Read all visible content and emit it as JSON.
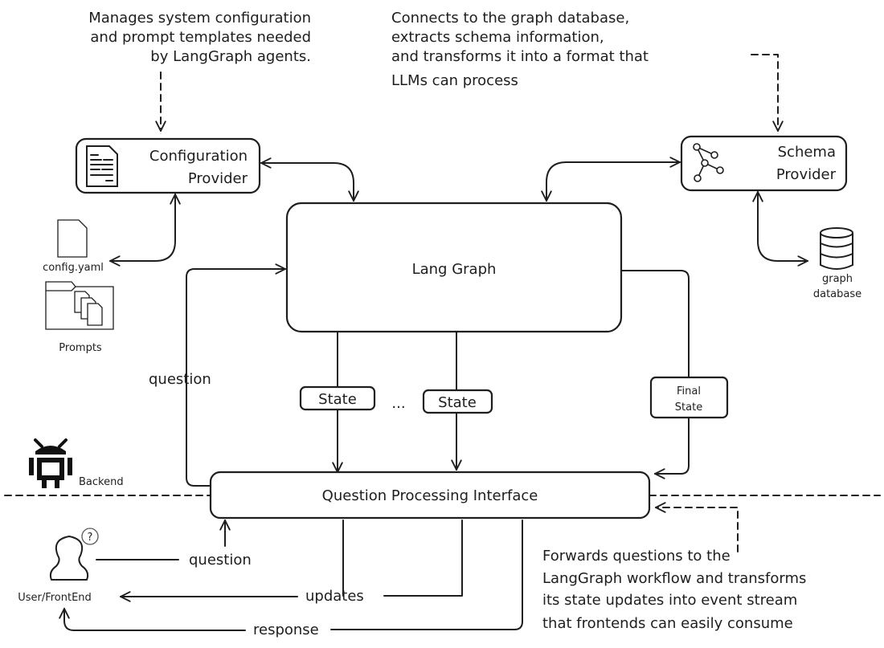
{
  "notes": {
    "config": [
      "Manages system configuration",
      "and prompt templates needed",
      "by LangGraph agents."
    ],
    "schema": [
      "Connects to the graph database,",
      "extracts schema information,",
      "and transforms it into a format that",
      "LLMs can process"
    ],
    "qpi": [
      "Forwards questions to the",
      "LangGraph workflow and transforms",
      "its state updates into event stream",
      "that frontends can easily consume"
    ]
  },
  "nodes": {
    "config_provider": [
      "Configuration",
      "Provider"
    ],
    "schema_provider": [
      "Schema",
      "Provider"
    ],
    "lang_graph": "Lang Graph",
    "qpi": "Question Processing Interface",
    "state1": "State",
    "ellipsis": "...",
    "state2": "State",
    "final_state": [
      "Final",
      "State"
    ]
  },
  "resources": {
    "config_file": "config.yaml",
    "prompts": "Prompts",
    "graph_db": [
      "graph",
      "database"
    ]
  },
  "actors": {
    "backend": "Backend",
    "user": "User/FrontEnd"
  },
  "edges": {
    "question_loop": "question",
    "user_question": "question",
    "updates": "updates",
    "response": "response"
  },
  "icons": [
    "document-icon",
    "graph-tree-icon",
    "file-icon",
    "folder-icon",
    "database-icon",
    "android-icon",
    "user-icon",
    "question-mark-icon"
  ]
}
